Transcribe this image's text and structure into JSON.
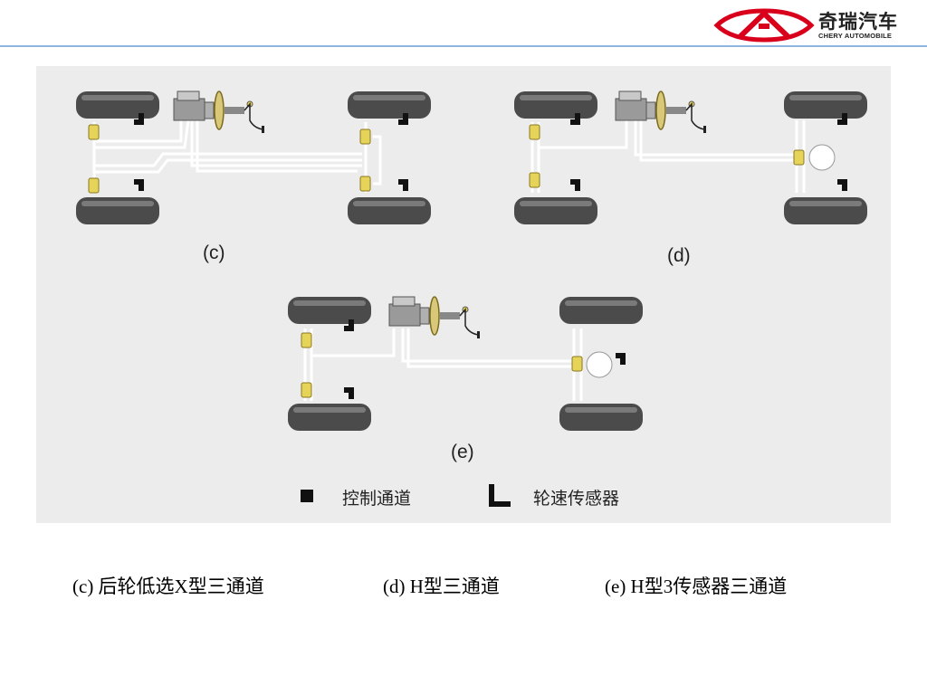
{
  "header": {
    "logo": {
      "icon": "chery-logo-icon",
      "name_cn": "奇瑞汽车",
      "name_en": "CHERY AUTOMOBILE",
      "brand_color": "#d9001b"
    }
  },
  "figure": {
    "panels": [
      {
        "id": "c",
        "label": "(c)"
      },
      {
        "id": "d",
        "label": "(d)"
      },
      {
        "id": "e",
        "label": "(e)"
      }
    ],
    "legend": {
      "channel_label": "控制通道",
      "sensor_label": "轮速传感器"
    },
    "colors": {
      "tire": "#4a4a4a",
      "valve": "#e6d35a",
      "pipe": "#ffffff",
      "background": "#ececec"
    }
  },
  "captions": [
    "(c) 后轮低选X型三通道",
    "(d) H型三通道",
    "(e) H型3传感器三通道"
  ]
}
